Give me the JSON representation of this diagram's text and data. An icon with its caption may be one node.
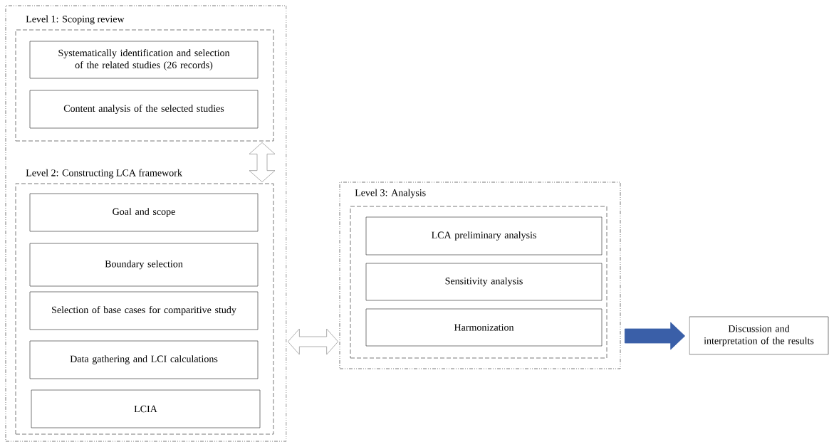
{
  "diagram": {
    "nodes": [
      {
        "text": [],
        "shape": "box"
      },
      {
        "text": [
          "Level 1: Scoping review"
        ],
        "in": 0
      },
      {
        "text": [
          "Systematically identification and selection of the related studies (26 records)"
        ],
        "in": 1
      },
      {
        "text": [
          "Content analysis of the selected studies"
        ],
        "in": 1
      },
      {
        "text": [
          "Level 2: Constructing LCA framework"
        ],
        "in": 0
      },
      {
        "text": [
          "Goal and scope"
        ],
        "in": 4
      },
      {
        "text": [
          "Boundary selection"
        ],
        "in": 4
      },
      {
        "text": [
          "Selection of base cases for comparitive study"
        ],
        "in": 4
      },
      {
        "text": [
          "Data gathering and LCI calculations"
        ],
        "in": 4
      },
      {
        "text": [
          "LCIA"
        ],
        "in": 4
      },
      {
        "text": [
          "Level 3: Analysis"
        ]
      },
      {
        "text": [],
        "shape": "box",
        "in": 10
      },
      {
        "text": [
          "LCA preliminary analysis"
        ],
        "in": 11
      },
      {
        "text": [
          "Sensitivity analysis"
        ],
        "in": 11
      },
      {
        "text": [
          "Harmonization"
        ],
        "in": 11
      },
      {
        "text": [
          "Discussion and interpretation of the results"
        ]
      }
    ],
    "edges": [
      {
        "from": 1,
        "to": 4,
        "arrow": "both"
      },
      {
        "from": 0,
        "to": 10,
        "arrow": "both"
      },
      {
        "from": 10,
        "to": 15,
        "arrow": "to",
        "color": "#3a5fa8"
      }
    ]
  }
}
